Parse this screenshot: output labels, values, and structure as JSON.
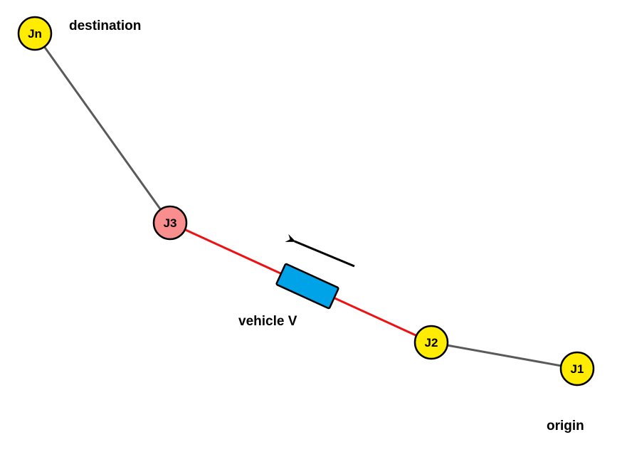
{
  "nodes": {
    "jn": {
      "label": "Jn",
      "fill": "#ffec00"
    },
    "j3": {
      "label": "J3",
      "fill": "#f98e8e"
    },
    "j2": {
      "label": "J2",
      "fill": "#ffec00"
    },
    "j1": {
      "label": "J1",
      "fill": "#ffec00"
    }
  },
  "labels": {
    "destination": "destination",
    "origin": "origin",
    "vehicle": "vehicle V"
  },
  "colors": {
    "road": "#5a5a5a",
    "active_road": "#ee1111",
    "vehicle": "#00a2e8",
    "arrow": "#000000"
  }
}
